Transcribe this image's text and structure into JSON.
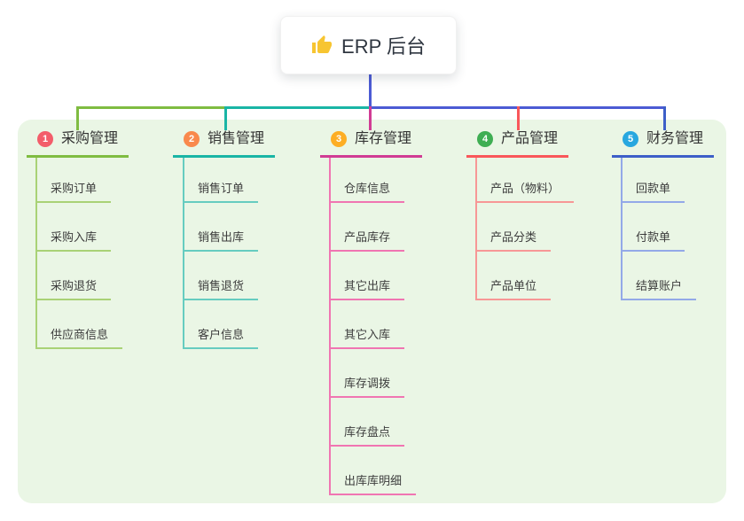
{
  "root": {
    "title": "ERP 后台",
    "icon": "thumbs-up-icon",
    "icon_color": "#F7C531"
  },
  "colors": {
    "panel_bg": "#EAF6E5",
    "connector_blue": "#4C5BD4",
    "text_dark": "#333333"
  },
  "branches": [
    {
      "index": "1",
      "title": "采购管理",
      "accent": "#7FBC41",
      "badge_bg": "#F35D6A",
      "child_line": "#A9D276",
      "children": [
        "采购订单",
        "采购入库",
        "采购退货",
        "供应商信息"
      ]
    },
    {
      "index": "2",
      "title": "销售管理",
      "accent": "#19B5A5",
      "badge_bg": "#F9894C",
      "child_line": "#66CCC0",
      "children": [
        "销售订单",
        "销售出库",
        "销售退货",
        "客户信息"
      ]
    },
    {
      "index": "3",
      "title": "库存管理",
      "accent": "#D13C94",
      "badge_bg": "#FDAE24",
      "child_line": "#F075B2",
      "children": [
        "仓库信息",
        "产品库存",
        "其它出库",
        "其它入库",
        "库存调拨",
        "库存盘点",
        "出库库明细"
      ]
    },
    {
      "index": "4",
      "title": "产品管理",
      "accent": "#F9575A",
      "badge_bg": "#3FAE53",
      "child_line": "#F79796",
      "children": [
        "产品（物料）",
        "产品分类",
        "产品单位"
      ]
    },
    {
      "index": "5",
      "title": "财务管理",
      "accent": "#3D5FC8",
      "badge_bg": "#28A7DF",
      "child_line": "#93A9E8",
      "children": [
        "回款单",
        "付款单",
        "结算账户"
      ]
    }
  ]
}
